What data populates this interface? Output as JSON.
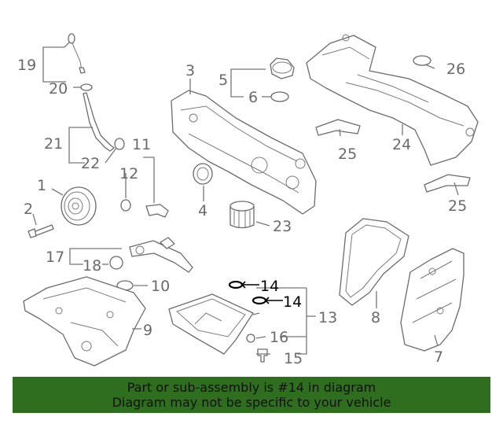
{
  "labels": {
    "p1": "1",
    "p2": "2",
    "p3": "3",
    "p4": "4",
    "p5": "5",
    "p6": "6",
    "p7": "7",
    "p8": "8",
    "p9": "9",
    "p10": "10",
    "p11": "11",
    "p12": "12",
    "p13": "13",
    "p14a": "14",
    "p14b": "14",
    "p15": "15",
    "p16": "16",
    "p17": "17",
    "p18": "18",
    "p19": "19",
    "p20": "20",
    "p21": "21",
    "p22": "22",
    "p23": "23",
    "p24": "24",
    "p25a": "25",
    "p25b": "25",
    "p26": "26"
  },
  "highlighted_part": "14",
  "banner": {
    "line1": "Part or sub-assembly is #14 in diagram",
    "line2": "Diagram may not be specific to your vehicle"
  },
  "colors": {
    "banner_bg": "#2f6e1e",
    "highlight": "#000000",
    "line_art": "#6b6b6b"
  }
}
